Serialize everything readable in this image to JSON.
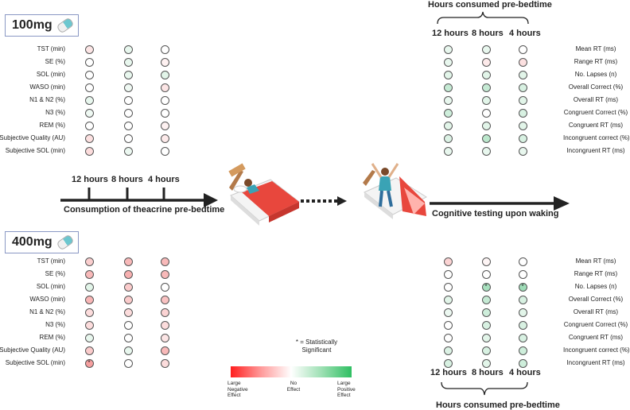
{
  "doses": [
    "100mg",
    "400mg"
  ],
  "top_header": "Hours consumed pre-bedtime",
  "bottom_header": "Hours consumed pre-bedtime",
  "time_columns": [
    "12 hours",
    "8 hours",
    "4 hours"
  ],
  "timeline": {
    "ticks": [
      "12 hours",
      "8 hours",
      "4 hours"
    ],
    "left_caption": "Consumption of theacrine pre-bedtime",
    "right_caption": "Cognitive testing upon waking"
  },
  "sleep_measures": [
    "TST (min)",
    "SE (%)",
    "SOL (min)",
    "WASO (min)",
    "N1 & N2 (%)",
    "N3 (%)",
    "REM (%)",
    "Subjective Quality (AU)",
    "Subjective SOL (min)"
  ],
  "cognitive_measures": [
    "Mean RT (ms)",
    "Range RT (ms)",
    "No. Lapses (n)",
    "Overall Correct (%)",
    "Overall RT (ms)",
    "Congruent Correct (%)",
    "Congruent RT (ms)",
    "Incongruent correct (%)",
    "Incongruent RT (ms)"
  ],
  "effects_note": "effect values on scale -1 (large negative) to +1 (large positive); sig = statistically significant",
  "sleep_100": [
    [
      -0.15,
      0.12,
      0.0
    ],
    [
      0.0,
      0.12,
      -0.08
    ],
    [
      0.0,
      0.12,
      0.15
    ],
    [
      0.0,
      0.08,
      -0.15
    ],
    [
      0.12,
      0.0,
      0.0
    ],
    [
      0.08,
      0.0,
      0.0
    ],
    [
      0.0,
      0.0,
      -0.08
    ],
    [
      -0.18,
      0.0,
      -0.12
    ],
    [
      -0.2,
      0.1,
      0.0
    ]
  ],
  "cog_100": [
    [
      0.12,
      0.12,
      0.0
    ],
    [
      0.12,
      -0.12,
      -0.18
    ],
    [
      0.15,
      0.15,
      0.15
    ],
    [
      0.3,
      0.3,
      0.2
    ],
    [
      0.12,
      0.15,
      0.15
    ],
    [
      0.25,
      0.0,
      0.2
    ],
    [
      0.15,
      0.15,
      0.15
    ],
    [
      0.18,
      0.35,
      0.2
    ],
    [
      0.12,
      0.12,
      0.12
    ]
  ],
  "sleep_400": [
    [
      -0.28,
      -0.4,
      -0.4
    ],
    [
      -0.4,
      -0.45,
      -0.4
    ],
    [
      0.15,
      -0.3,
      0.0
    ],
    [
      -0.42,
      -0.3,
      -0.35
    ],
    [
      -0.2,
      -0.2,
      -0.25
    ],
    [
      -0.2,
      0.0,
      -0.2
    ],
    [
      0.12,
      0.0,
      -0.15
    ],
    [
      -0.3,
      0.12,
      -0.4
    ],
    [
      -0.55,
      0.0,
      -0.2
    ]
  ],
  "sleep_400_sig": [
    [
      8,
      0
    ]
  ],
  "cog_400": [
    [
      -0.25,
      -0.06,
      0.0
    ],
    [
      0.0,
      0.0,
      0.0
    ],
    [
      0.0,
      0.45,
      0.5
    ],
    [
      0.15,
      0.3,
      0.2
    ],
    [
      0.1,
      0.25,
      0.15
    ],
    [
      0.0,
      0.2,
      0.2
    ],
    [
      0.0,
      0.15,
      0.2
    ],
    [
      0.18,
      0.2,
      0.25
    ],
    [
      0.2,
      0.15,
      0.25
    ]
  ],
  "cog_400_sig": [
    [
      2,
      1
    ],
    [
      2,
      2
    ]
  ],
  "sig_marker": "*",
  "sig_legend": "* = Statistically Significant",
  "legend": {
    "neg": "Large Negative Effect",
    "mid": "No Effect",
    "pos": "Large Positive Effect"
  }
}
